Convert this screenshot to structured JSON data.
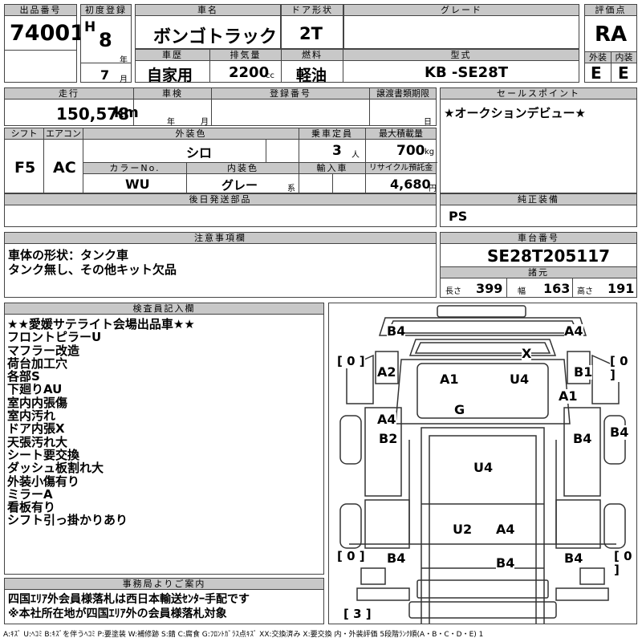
{
  "header": {
    "lot_label": "出品番号",
    "lot": "74001",
    "first_reg_label": "初度登録",
    "era": "H",
    "year": "8",
    "year_unit": "年",
    "month": "7",
    "month_unit": "月",
    "car_name_label": "車名",
    "car_name": "ボンゴトラック",
    "door_label": "ドア形状",
    "door": "2T",
    "grade_label": "グレード",
    "grade": "",
    "score_label": "評価点",
    "score": "RA",
    "history_label": "車歴",
    "history": "自家用",
    "displacement_label": "排気量",
    "displacement": "2200",
    "displacement_unit": "cc",
    "fuel_label": "燃料",
    "fuel": "軽油",
    "model_label": "型式",
    "model": "KB -SE28T",
    "ext_label": "外装",
    "ext": "E",
    "int_label": "内装",
    "int": "E"
  },
  "row2": {
    "mileage_label": "走行",
    "mileage": "150,578",
    "mileage_unit": "km",
    "inspection_label": "車検",
    "insp_year_unit": "年",
    "insp_month_unit": "月",
    "reg_no_label": "登録番号",
    "transfer_label": "譲渡書類期限",
    "transfer_day_unit": "日",
    "sales_label": "セールスポイント",
    "sales": "★オークションデビュー★"
  },
  "row3": {
    "shift_label": "シフト",
    "shift": "F5",
    "ac_label": "エアコン",
    "ac": "AC",
    "color_label": "外装色",
    "color": "シロ",
    "capacity_label": "乗車定員",
    "capacity": "3",
    "capacity_unit": "人",
    "load_label": "最大積載量",
    "load": "700",
    "load_unit": "kg",
    "color_no_label": "カラーNo.",
    "color_no": "WU",
    "int_color_label": "内装色",
    "int_color": "グレー",
    "int_color_unit": "系",
    "import_label": "輸入車",
    "recycle_label": "リサイクル預託金",
    "recycle": "4,680",
    "recycle_unit": "円"
  },
  "later_parts": {
    "label": "後日発送部品",
    "value": ""
  },
  "genuine": {
    "label": "純正装備",
    "value": "PS"
  },
  "notes": {
    "label": "注意事項欄",
    "lines": [
      "車体の形状：タンク車",
      "タンク無し、その他キット欠品"
    ]
  },
  "chassis": {
    "label": "車台番号",
    "value": "SE28T205117",
    "specs_label": "諸元",
    "length_label": "長さ",
    "length": "399",
    "width_label": "幅",
    "width": "163",
    "height_label": "高さ",
    "height": "191"
  },
  "inspector": {
    "label": "検査員記入欄",
    "lines": [
      "★★愛媛サテライト会場出品車★★",
      "フロントピラーU",
      "マフラー改造",
      "荷台加工穴",
      "各部S",
      "下廻りAU",
      "室内内張傷",
      "室内汚れ",
      "ドア内張X",
      "天張汚れ大",
      "シート要交換",
      "ダッシュ板割れ大",
      "外装小傷有り",
      "ミラーA",
      "看板有り",
      "シフト引っ掛かりあり"
    ]
  },
  "office": {
    "label": "事務局よりご案内",
    "lines": [
      "四国ｴﾘｱ外会員様落札は西日本輸送ｾﾝﾀｰ手配です",
      "※本社所在地が四国ｴﾘｱ外の会員様落札対象"
    ]
  },
  "diagram": {
    "brackets": [
      "[ 0 ]",
      "[ 0 ]",
      "[ 0 ]",
      "[ 0 ]",
      "[ 3 ]"
    ],
    "marks": [
      "B4",
      "A4",
      "X",
      "A2",
      "A1",
      "U4",
      "B1",
      "A1",
      "G",
      "A4",
      "B2",
      "B4",
      "B4",
      "U4",
      "U2",
      "A4",
      "B4",
      "B4",
      "B4"
    ]
  },
  "legend": "A:ｷｽﾞ  U:ﾍｺﾐ  B:ｷｽﾞを伴うﾍｺﾐ  P:要塗装  W:補修跡  S:錆  C:腐食  G:ﾌﾛﾝﾄｶﾞﾗｽ点ｷｽﾞ  XX:交換済み  X:要交換   内・外装評価  5段階ﾗﾝｸ順(A・B・C・D・E) 1"
}
